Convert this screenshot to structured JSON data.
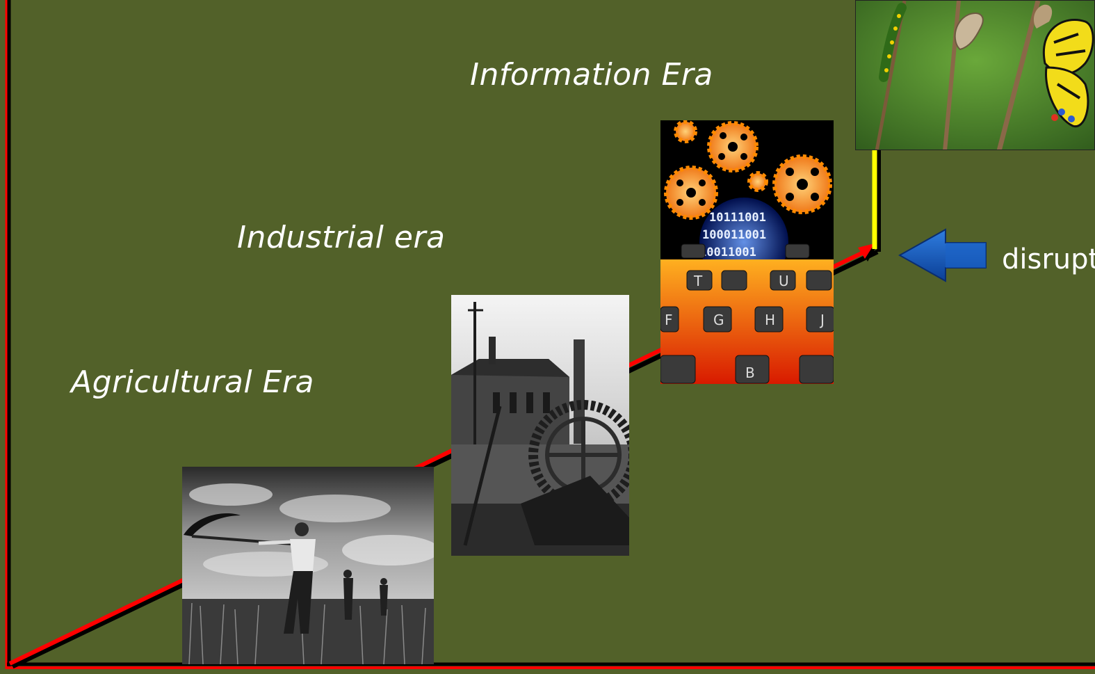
{
  "eras": [
    {
      "label": "Agricultural Era",
      "image": "farmer-with-scythe-photo"
    },
    {
      "label": "Industrial era",
      "image": "factory-with-gears-photo"
    },
    {
      "label": "Information Era",
      "image": "gears-binary-keyboard-photo"
    }
  ],
  "transformation": {
    "image": "caterpillar-to-butterfly-photo"
  },
  "disrupt": {
    "label": "disrupt",
    "icon": "left-arrow-icon"
  },
  "colors": {
    "background": "#526129",
    "growth_line": "#ff0000",
    "disruption_line": "#ffff00",
    "arrow_blue": "#1565c0",
    "axis": "#000000"
  }
}
